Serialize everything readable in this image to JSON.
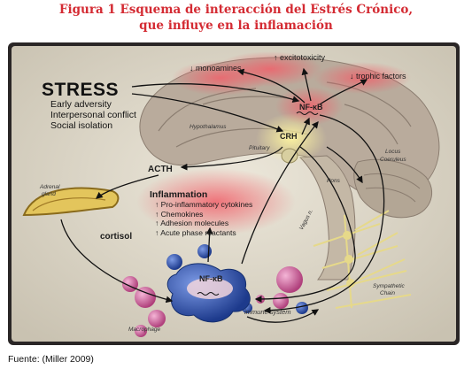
{
  "title": {
    "line1": "Figura 1 Esquema de interacción del Estrés Crónico,",
    "line2": "que influye en la inflamación"
  },
  "figure": {
    "stress": {
      "heading": "STRESS",
      "items": [
        "Early adversity",
        "Interpersonal conflict",
        "Social isolation"
      ]
    },
    "brain_labels": {
      "monoamines": "↓ monoamines",
      "excitotoxicity": "↑ excitotoxicity",
      "trophic_factors": "↓ trophic factors",
      "nfkb_brain": "NF-κB",
      "hypothalamus": "Hypothalamus",
      "pituitary": "Pituitary",
      "crh": "CRH",
      "locus_coeruleus_1": "Locus",
      "locus_coeruleus_2": "Coeruleus",
      "pons": "Pons"
    },
    "body_labels": {
      "acth": "ACTH",
      "adrenal_1": "Adrenal",
      "adrenal_2": "gland",
      "cortisol": "cortisol",
      "vagus": "Vagus n.",
      "nfkb_macrophage": "NF-κB",
      "macrophage": "Macrophage",
      "immune_system": "immune system",
      "sympathetic_1": "Sympathetic",
      "sympathetic_2": "Chain"
    },
    "inflammation": {
      "heading": "Inflammation",
      "items": [
        "↑ Pro-inflammatory cytokines",
        "↑ Chemokines",
        "↑ Adhesion molecules",
        "↑ Acute phase reactants"
      ]
    }
  },
  "caption": "Fuente: (Miller 2009)",
  "colors": {
    "title": "#d42b33",
    "frame": "#2a2626",
    "background": "#dcd6c6",
    "macrophage": "#2d4fa6",
    "glow": "#e8555a",
    "nerve": "#e6d98a"
  }
}
